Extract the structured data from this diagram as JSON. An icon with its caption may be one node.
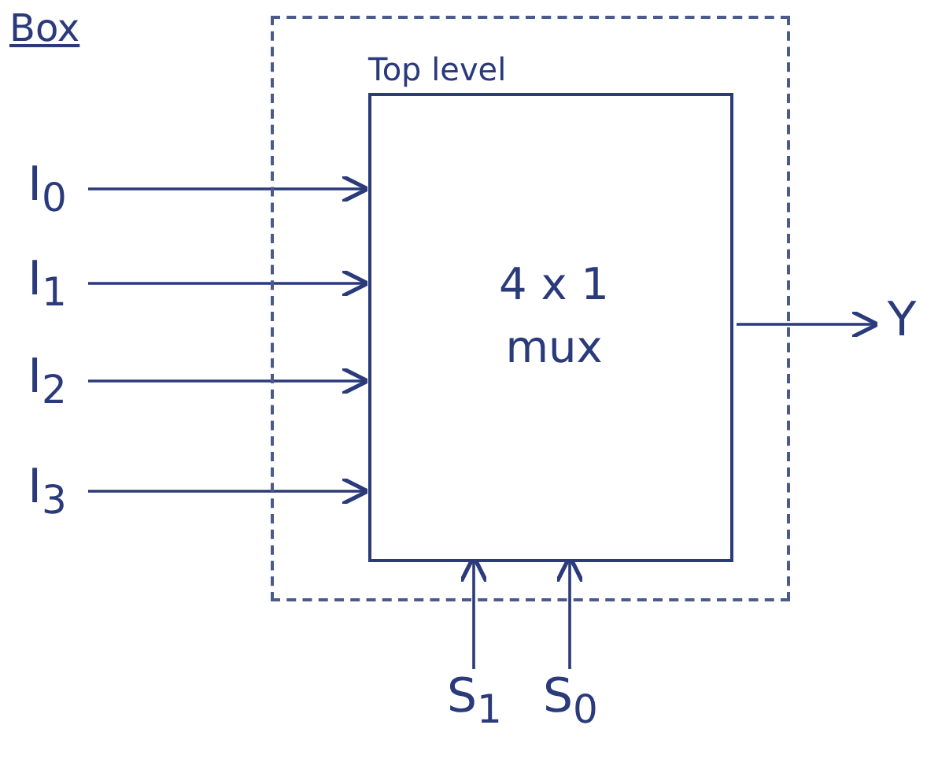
{
  "diagram": {
    "title": "Box",
    "nodes": [
      {
        "text": [
          "Top level"
        ]
      },
      {
        "text": [
          "4 x 1 mux"
        ],
        "in": 0
      },
      {
        "text": [
          "I$_{0}$"
        ]
      },
      {
        "text": [
          "I$_{1}$"
        ]
      },
      {
        "text": [
          "I$_{2}$"
        ]
      },
      {
        "text": [
          "I$_{3}$"
        ]
      },
      {
        "text": [
          "Y"
        ]
      },
      {
        "text": [
          "S$_{1}$"
        ]
      },
      {
        "text": [
          "S$_{0}$"
        ]
      }
    ],
    "edges": [
      {
        "from": 2,
        "to": 1,
        "arrow": "to"
      },
      {
        "from": 3,
        "to": 1,
        "arrow": "to"
      },
      {
        "from": 4,
        "to": 1,
        "arrow": "to"
      },
      {
        "from": 5,
        "to": 1,
        "arrow": "to"
      },
      {
        "from": 1,
        "to": 6,
        "arrow": "to"
      },
      {
        "from": 7,
        "to": 1,
        "arrow": "to"
      },
      {
        "from": 8,
        "to": 1,
        "arrow": "to"
      }
    ]
  }
}
